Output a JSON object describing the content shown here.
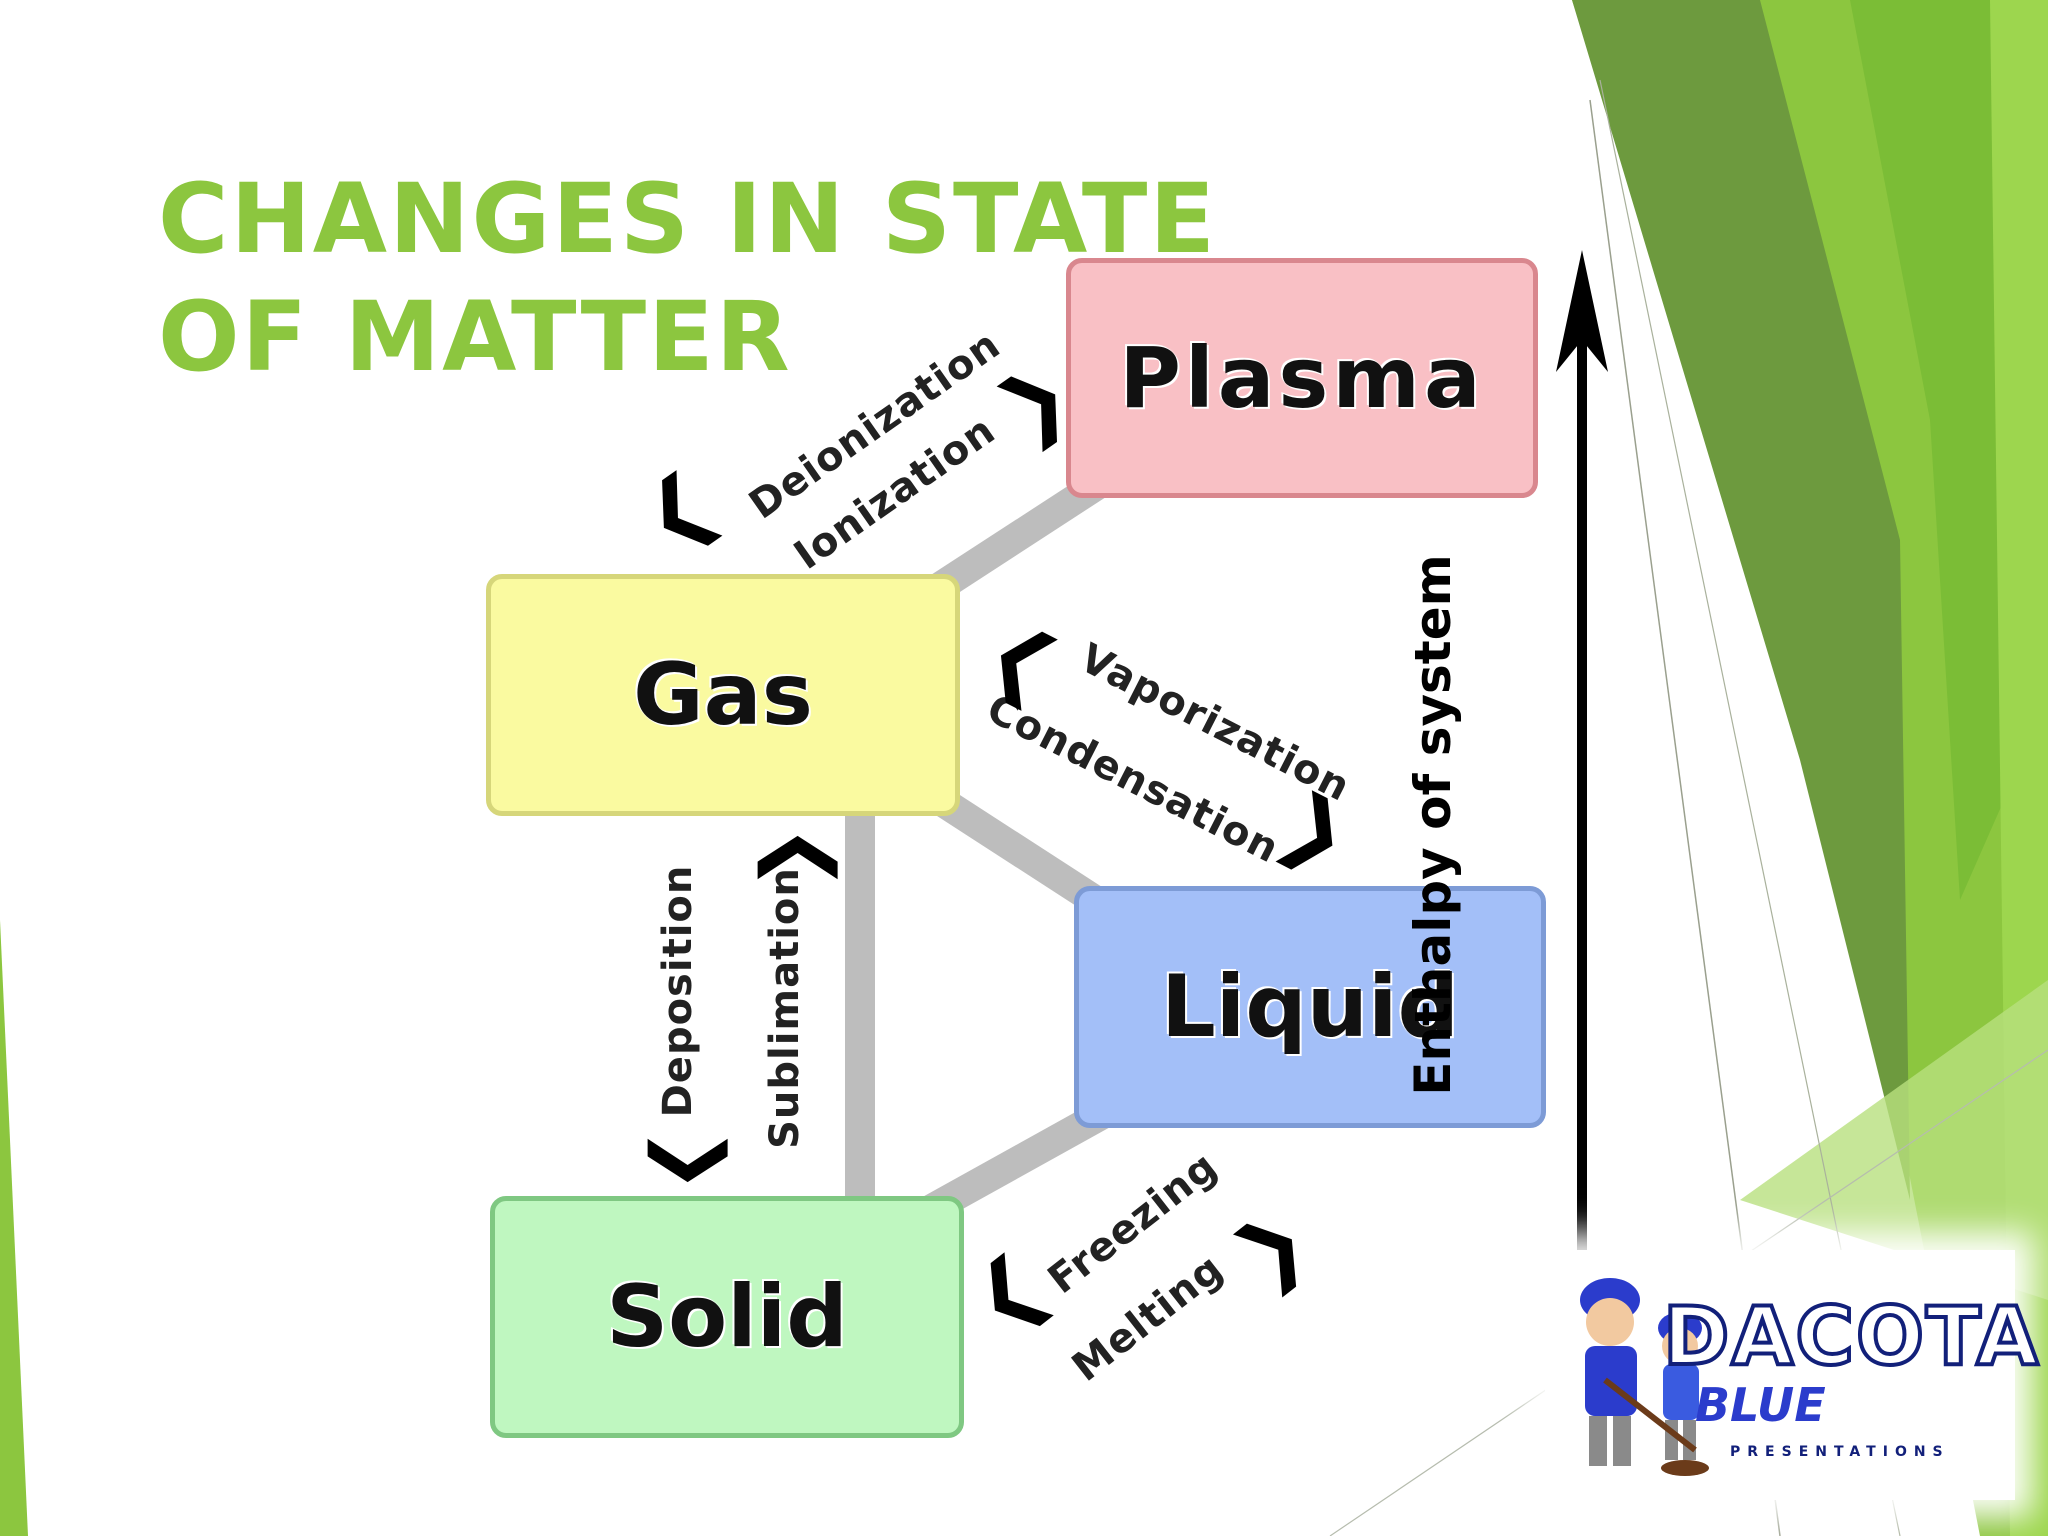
{
  "slide": {
    "title": "CHANGES IN STATE OF MATTER",
    "accent_color": "#8cc63f"
  },
  "diagram": {
    "states": {
      "plasma": "Plasma",
      "gas": "Gas",
      "liquid": "Liquid",
      "solid": "Solid"
    },
    "transitions": {
      "deionization": "Deionization",
      "ionization": "Ionization",
      "vaporization": "Vaporization",
      "condensation": "Condensation",
      "deposition": "Deposition",
      "sublimation": "Sublimation",
      "freezing": "Freezing",
      "melting": "Melting"
    },
    "axis_label": "Enthalpy of system"
  },
  "logo": {
    "name": "DACOTA",
    "name_2": "BLUE",
    "tagline": "PRESENTATIONS"
  }
}
